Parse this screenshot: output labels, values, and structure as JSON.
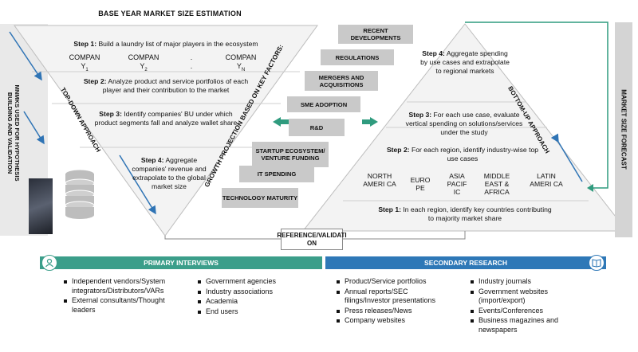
{
  "header": {
    "title": "BASE YEAR MARKET SIZE ESTIMATION"
  },
  "top_down": {
    "label": "TOP-DOWN APPROACH",
    "step1": {
      "prefix": "Step 1:",
      "text": " Build a laundry list of major players in the ecosystem"
    },
    "companies": [
      {
        "name": "COMPAN",
        "sub": "Y",
        "idx": "1"
      },
      {
        "name": "COMPAN",
        "sub": "Y",
        "idx": "2"
      },
      {
        "name": ".",
        "sub": ".",
        "idx": ""
      },
      {
        "name": "COMPAN",
        "sub": "Y",
        "idx": "N"
      }
    ],
    "step2": {
      "prefix": "Step 2:",
      "text": " Analyze product and service portfolios of each player and their contribution to the market"
    },
    "step3": {
      "prefix": "Step 3:",
      "text": " Identify companies' BU under which product segments fall and analyze wallet share"
    },
    "step4": {
      "prefix": "Step 4:",
      "text": " Aggregate companies' revenue and extrapolate to the global market size"
    }
  },
  "left_sidebar": {
    "label": "MNMKS USED FOR HYPOTHESIS BUILDING AND VALIDATION"
  },
  "growth": {
    "label": "GROWTH PROJECTION BASED ON KEY FACTORS:",
    "factors": [
      "RECENT DEVELOPMENTS",
      "REGULATIONS",
      "MERGERS AND ACQUISITIONS",
      "SME ADOPTION",
      "R&D",
      "STARTUP ECOSYSTEM/ VENTURE FUNDING",
      "IT SPENDING",
      "TECHNOLOGY MATURITY"
    ]
  },
  "bottom_up": {
    "label": "BOTTOM-UP APPROACH",
    "step4": {
      "prefix": "Step 4:",
      "text": " Aggregate spending by use cases and extrapolate to regional markets"
    },
    "step3": {
      "prefix": "Step 3:",
      "text": " For each use case, evaluate vertical spending on solutions/services under the study"
    },
    "step2": {
      "prefix": "Step 2:",
      "text": " For each region, identify industry-wise top use cases"
    },
    "regions": [
      "NORTH AMERI CA",
      "EURO PE",
      "ASIA PACIF IC",
      "MIDDLE EAST & AFRICA",
      "LATIN AMERI CA"
    ],
    "step1": {
      "prefix": "Step 1:",
      "text": " In each region, identify key countries contributing to majority market share"
    }
  },
  "forecast": {
    "label": "MARKET SIZE FORECAST"
  },
  "validation": {
    "label": "REFERENCE/VALIDATI ON"
  },
  "primary": {
    "title": "PRIMARY INTERVIEWS",
    "col1": [
      "Independent vendors/System integrators/Distributors/VARs",
      "External consultants/Thought leaders"
    ],
    "col2": [
      "Government agencies",
      "Industry associations",
      "Academia",
      "End users"
    ]
  },
  "secondary": {
    "title": "SECONDARY RESEARCH",
    "col1": [
      "Product/Service portfolios",
      "Annual reports/SEC filings/Investor presentations",
      "Press releases/News",
      "Company websites"
    ],
    "col2": [
      "Industry journals",
      "Government websites (import/export)",
      "Events/Conferences",
      "Business magazines and newspapers"
    ]
  },
  "colors": {
    "primary_bar": "#3b9e8a",
    "secondary_bar": "#2e78b7",
    "arrow": "#2f9b7e",
    "factor_bg": "#c9c9c9",
    "forecast_bg": "#d4d4d4"
  }
}
